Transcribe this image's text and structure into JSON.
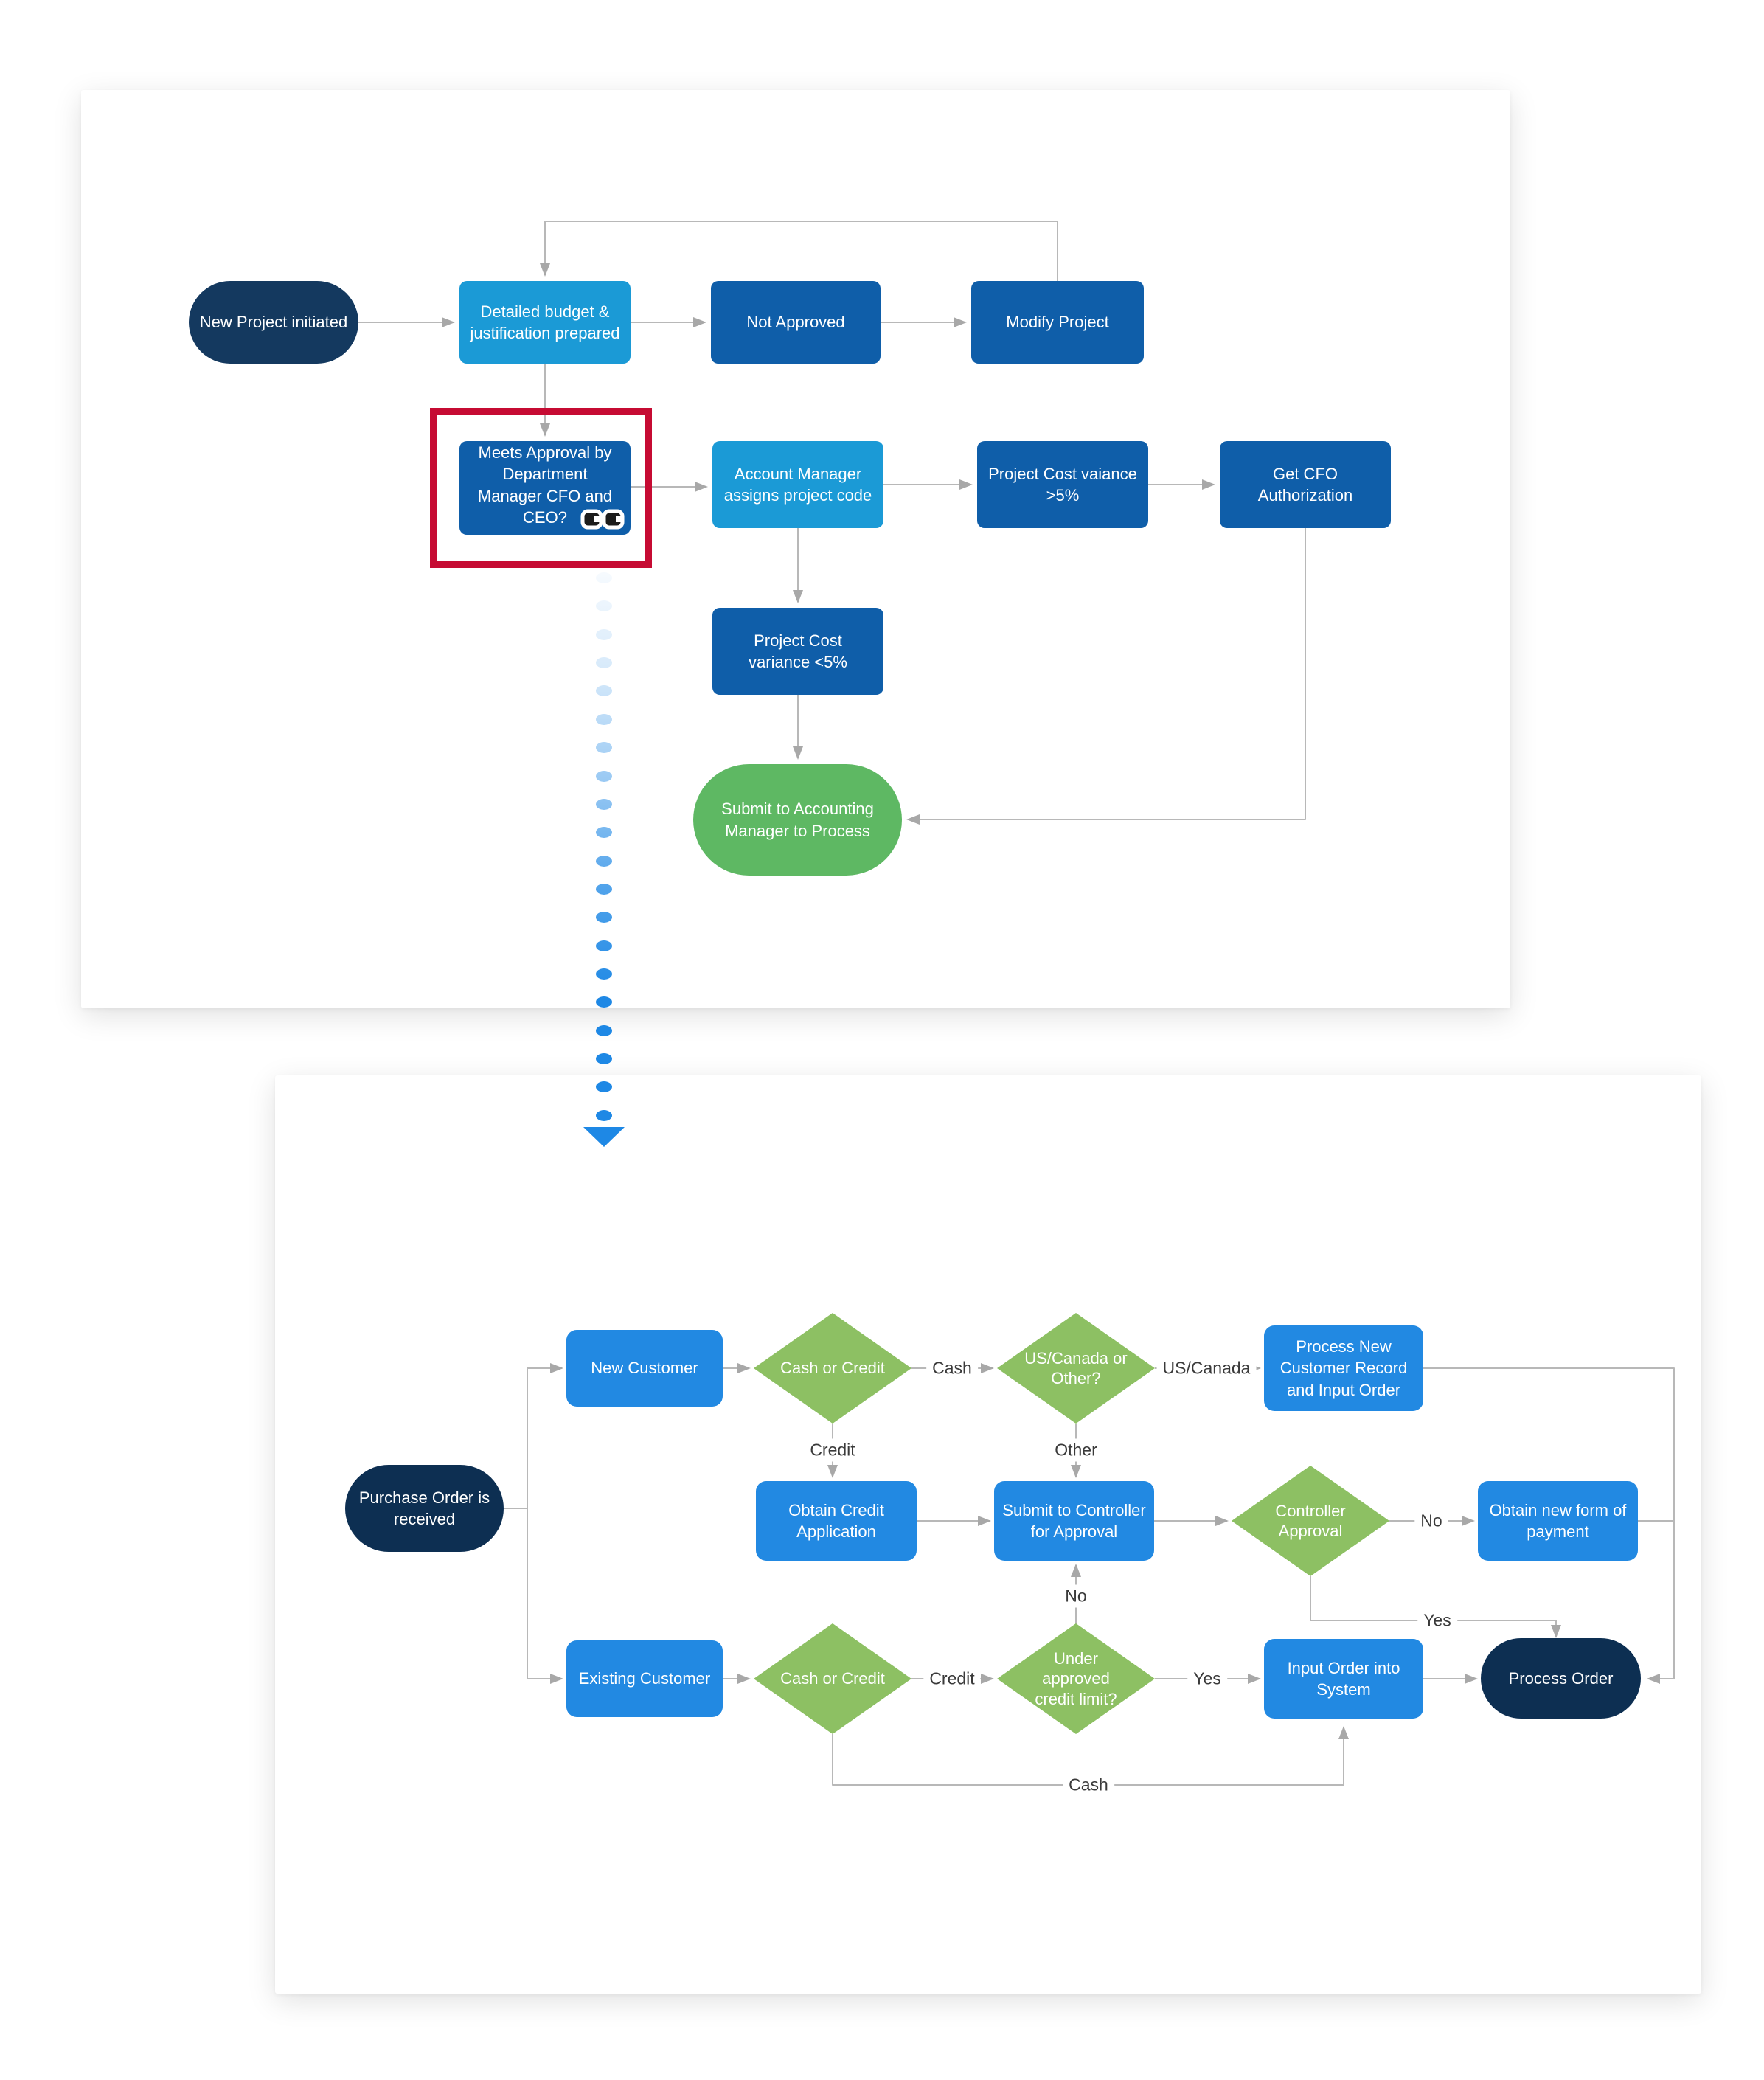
{
  "colors": {
    "navy_start": "#14395f",
    "navy_terminator": "#0d2f52",
    "blue_medium": "#0f5ea9",
    "blue_light": "#1b9ad6",
    "azure": "#2289e2",
    "green_diamond": "#8dc063",
    "green_pill": "#5eb863",
    "highlight_red": "#c60b33",
    "connector_gray": "#b8b8b8",
    "dotted_connector_blue": "#1e88e5",
    "edge_label_text": "#3a3a3a"
  },
  "panel1": {
    "nodes": {
      "start": "New Project initiated",
      "budget": "Detailed budget & justification prepared",
      "not_approved": "Not Approved",
      "modify": "Modify Project",
      "meets_approval": "Meets Approval by Department Manager CFO and CEO?",
      "account_manager": "Account Manager assigns project code",
      "variance_gt5": "Project Cost vaiance >5%",
      "get_cfo": "Get CFO Authorization",
      "variance_lt5": "Project Cost variance <5%",
      "submit_accounting": "Submit to Accounting Manager to Process"
    }
  },
  "panel2": {
    "nodes": {
      "purchase_order": "Purchase Order is received",
      "new_customer": "New Customer",
      "cash_or_credit_new": "Cash or Credit",
      "us_canada_or_other": "US/Canada or Other?",
      "process_new_record": "Process New Customer Record and Input Order",
      "obtain_credit_app": "Obtain Credit Application",
      "submit_controller": "Submit to Controller for Approval",
      "controller_approval": "Controller Approval",
      "obtain_new_payment": "Obtain new form of payment",
      "existing_customer": "Existing Customer",
      "cash_or_credit_existing": "Cash or Credit",
      "under_credit_limit": "Under approved credit limit?",
      "input_order": "Input Order into System",
      "process_order": "Process Order"
    },
    "edge_labels": {
      "cash_top": "Cash",
      "us_canada": "US/Canada",
      "credit_top": "Credit",
      "other": "Other",
      "no_controller": "No",
      "yes_controller": "Yes",
      "credit_bottom": "Credit",
      "yes_under_limit": "Yes",
      "no_under_limit": "No",
      "cash_loop": "Cash"
    }
  }
}
